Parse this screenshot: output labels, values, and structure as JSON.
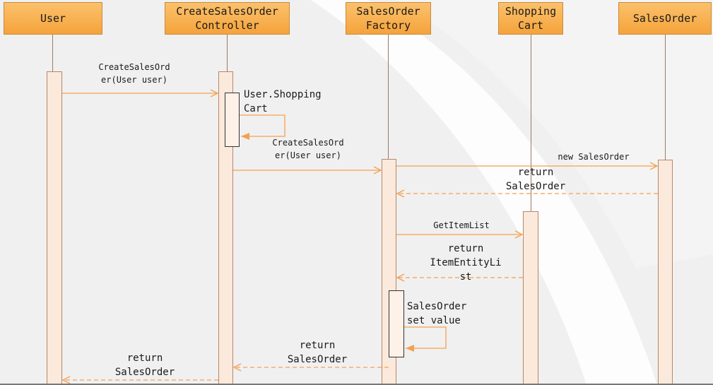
{
  "participants": {
    "user": "User",
    "controller": "CreateSalesOrder\nController",
    "factory": "SalesOrder\nFactory",
    "cart": "Shopping\nCart",
    "salesorder": "SalesOrder"
  },
  "messages": {
    "m1": "CreateSalesOrd\ner(User user)",
    "m2": "User.Shopping\nCart",
    "m3": "CreateSalesOrd\ner(User user)",
    "m4": "new SalesOrder",
    "m5": "return\nSalesOrder",
    "m6": "GetItemList",
    "m7": "return\nItemEntityLi\nst",
    "m8": "SalesOrder\nset value",
    "m9": "return\nSalesOrder",
    "m10": "return\nSalesOrder"
  },
  "colors": {
    "arrow": "#f5a050",
    "participant": "#f5a33b",
    "activation": "#fbe9dc"
  }
}
